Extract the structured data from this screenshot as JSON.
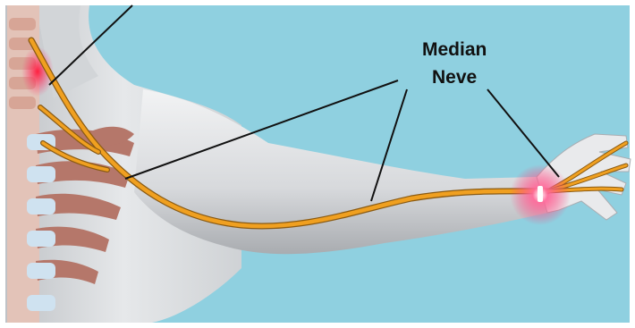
{
  "diagram": {
    "label_line1": "Median",
    "label_line2": "Neve",
    "colors": {
      "background": "#8fd0e0",
      "skin": "#e4e6e8",
      "skin_shadow": "#b9bcc0",
      "nerve": "#f0a020",
      "nerve_outline": "#8a5a12",
      "inflammation": "#ff3c78",
      "spine": "#d9a79a",
      "ribs": "#b5776a",
      "bone": "#cfe2f0",
      "pointer": "#111111"
    },
    "icons": [
      "arm-illustration",
      "spine-illustration",
      "nerve-path",
      "pain-glow-neck",
      "pain-glow-wrist"
    ]
  }
}
